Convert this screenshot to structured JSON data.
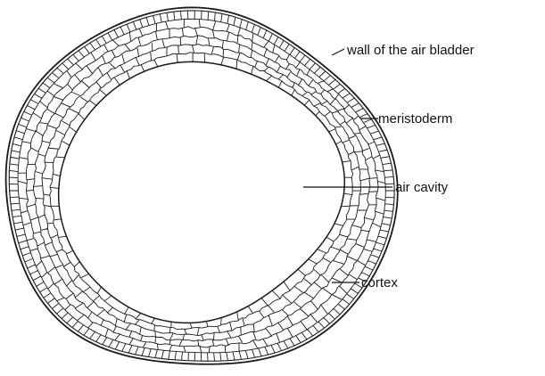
{
  "diagram": {
    "labels": [
      {
        "id": "wall",
        "text": "wall of the air bladder"
      },
      {
        "id": "meristoderm",
        "text": "meristoderm"
      },
      {
        "id": "air-cavity",
        "text": "air  cavity"
      },
      {
        "id": "cortex",
        "text": "cortex"
      }
    ]
  }
}
